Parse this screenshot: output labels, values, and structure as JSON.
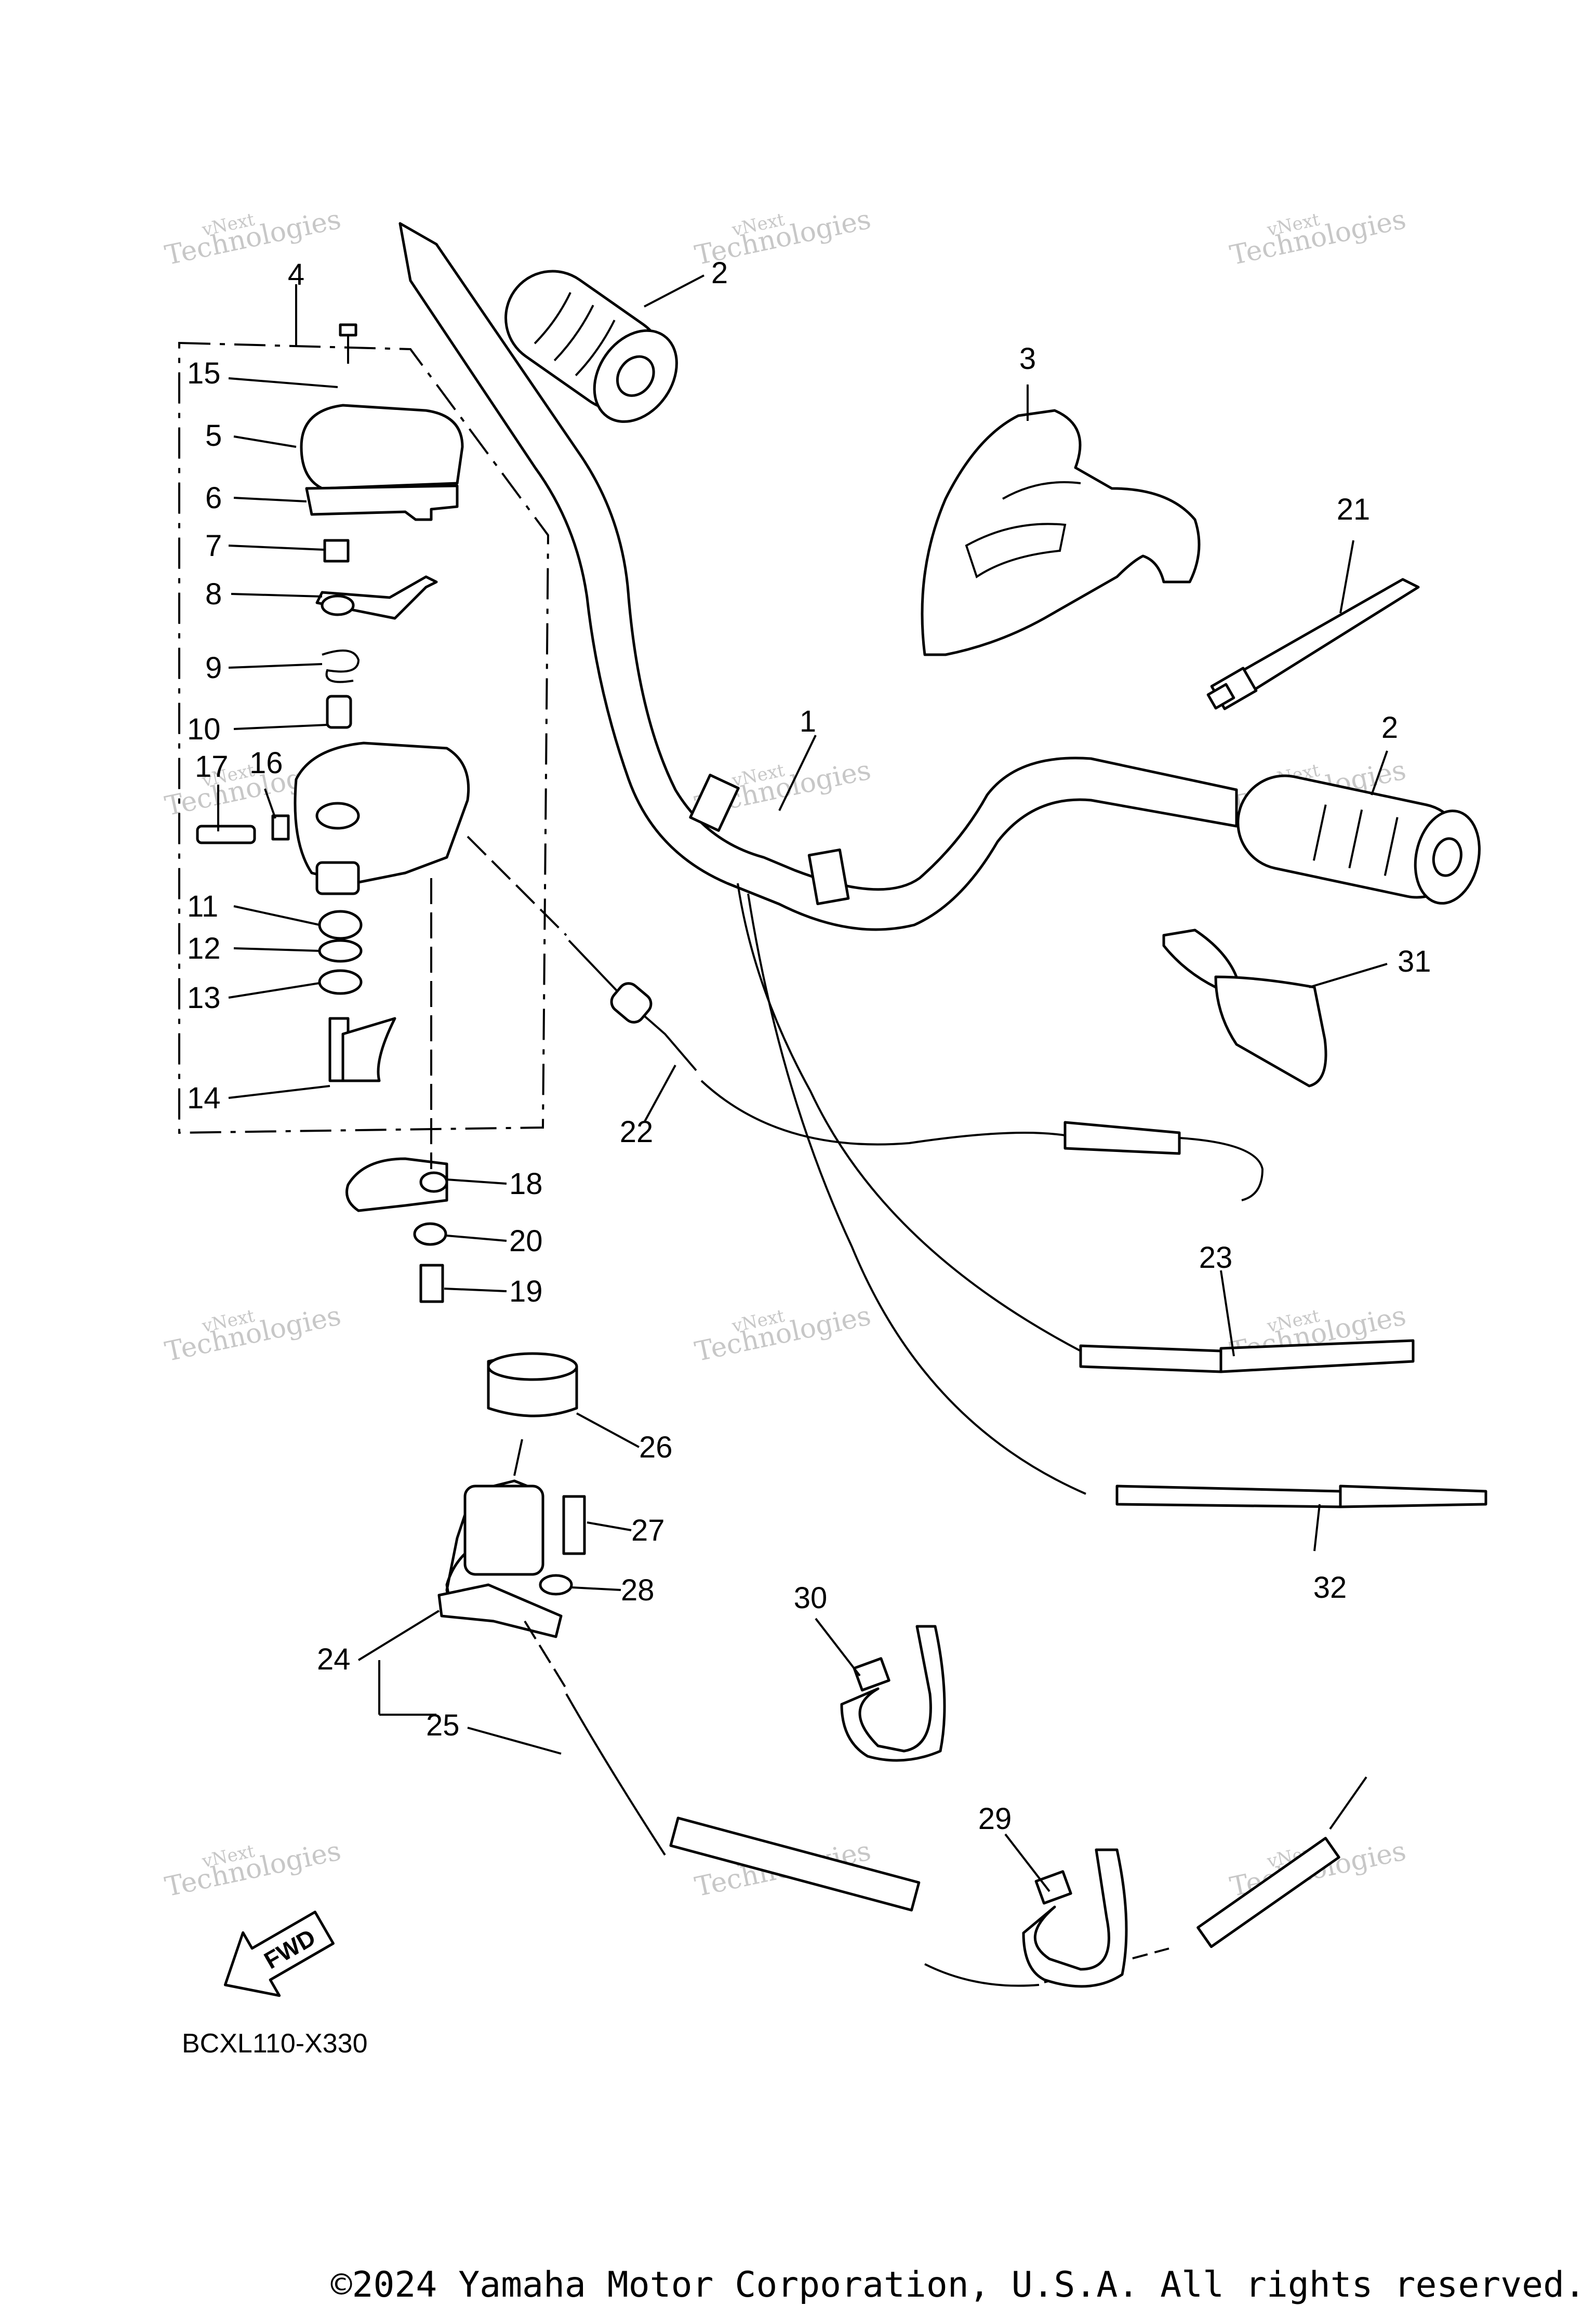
{
  "diagram": {
    "drawing_code": "BCXL110-X330",
    "copyright": "©2024 Yamaha Motor Corporation, U.S.A. All rights reserved.",
    "fwd_label": "FWD",
    "watermark": {
      "line1": "vNext",
      "line2": "Technologies",
      "line3": "vNext Technologies"
    },
    "callouts": {
      "c1": "1",
      "c2a": "2",
      "c2b": "2",
      "c3": "3",
      "c4": "4",
      "c5": "5",
      "c6": "6",
      "c7": "7",
      "c8": "8",
      "c9": "9",
      "c10": "10",
      "c11": "11",
      "c12": "12",
      "c13": "13",
      "c14": "14",
      "c15": "15",
      "c16": "16",
      "c17": "17",
      "c18": "18",
      "c19": "19",
      "c20": "20",
      "c21": "21",
      "c22": "22",
      "c23": "23",
      "c24": "24",
      "c25": "25",
      "c26": "26",
      "c27": "27",
      "c28": "28",
      "c29": "29",
      "c30": "30",
      "c31": "31",
      "c32": "32"
    }
  }
}
